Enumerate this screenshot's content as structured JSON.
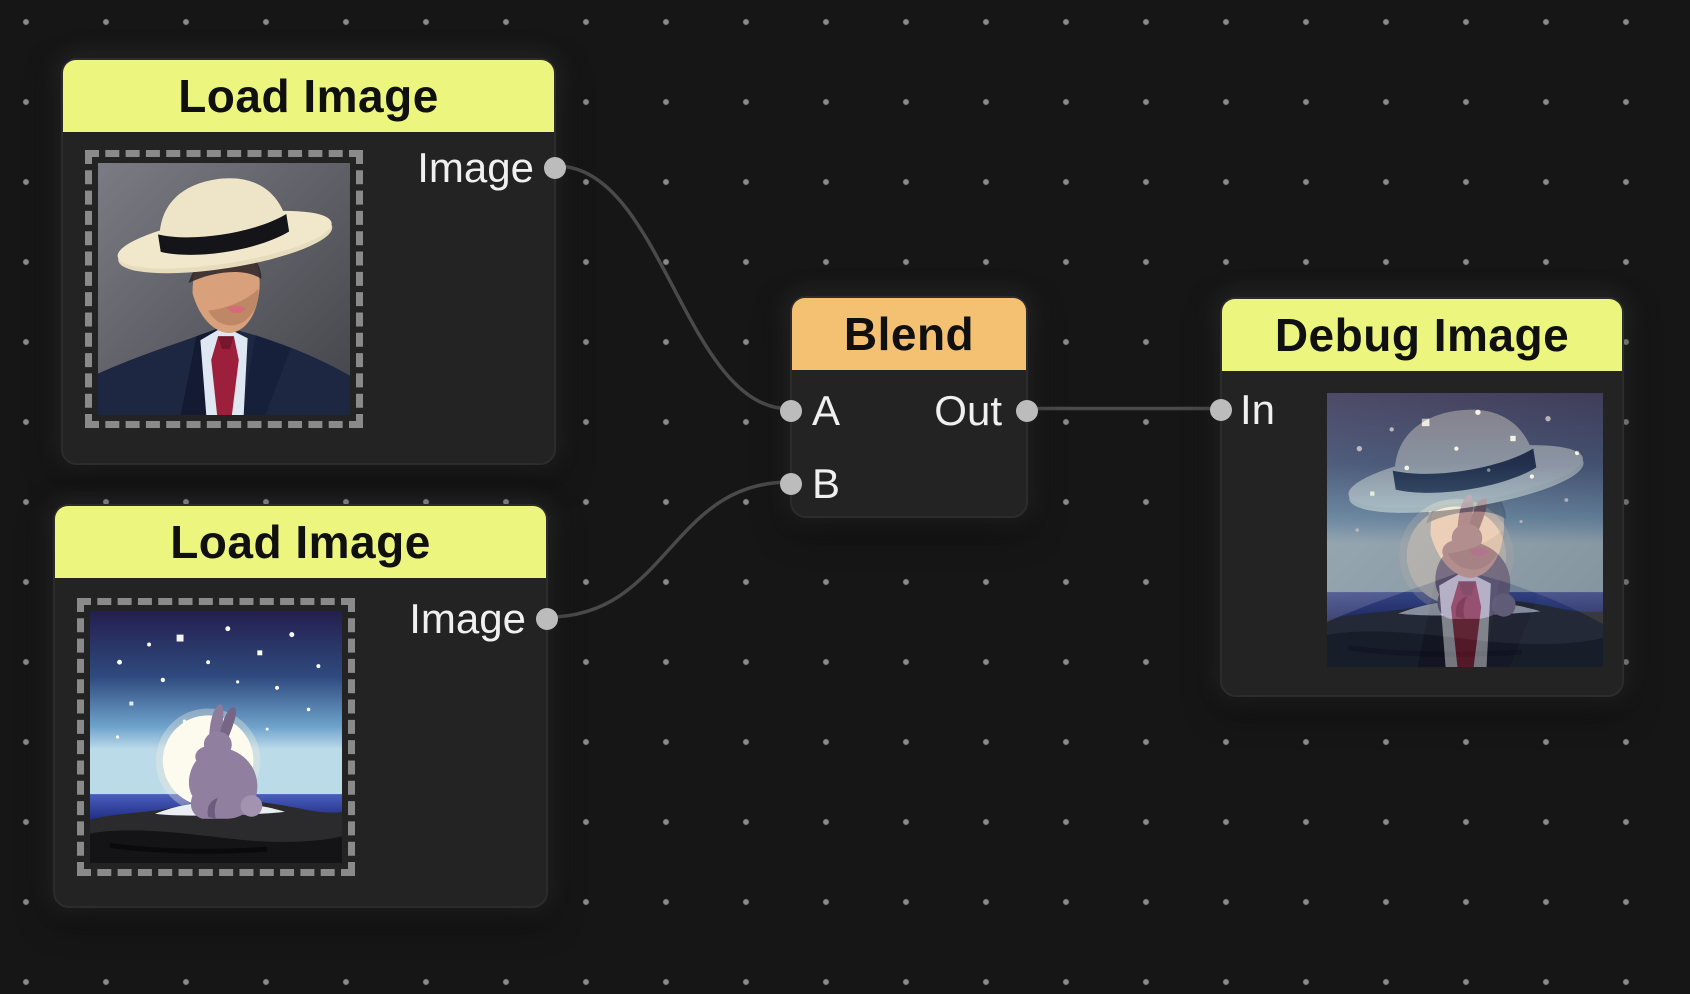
{
  "canvas": {
    "background_color": "#161616",
    "grid_dot_color": "#9e9e9e",
    "wire_color": "#4a4a4a",
    "port_color": "#bcbcbc",
    "node_body_color": "#232323",
    "header_yellow": "#ecf57d",
    "header_orange": "#f4c173"
  },
  "nodes": {
    "load_top": {
      "title": "Load Image",
      "output_label": "Image",
      "image": "portrait-photo-man-in-cream-fedora-navy-suit-red-tie"
    },
    "load_bottom": {
      "title": "Load Image",
      "output_label": "Image",
      "image": "illustration-purple-rabbit-sitting-before-full-moon-starry-night-sea"
    },
    "blend": {
      "title": "Blend",
      "input_a_label": "A",
      "input_b_label": "B",
      "output_label": "Out"
    },
    "debug": {
      "title": "Debug Image",
      "input_label": "In",
      "image": "blended-result-man-in-hat-mixed-with-rabbit-moon-night-scene"
    }
  },
  "connections": [
    {
      "from": "load_top.Image",
      "to": "blend.A"
    },
    {
      "from": "load_bottom.Image",
      "to": "blend.B"
    },
    {
      "from": "blend.Out",
      "to": "debug.In"
    }
  ]
}
